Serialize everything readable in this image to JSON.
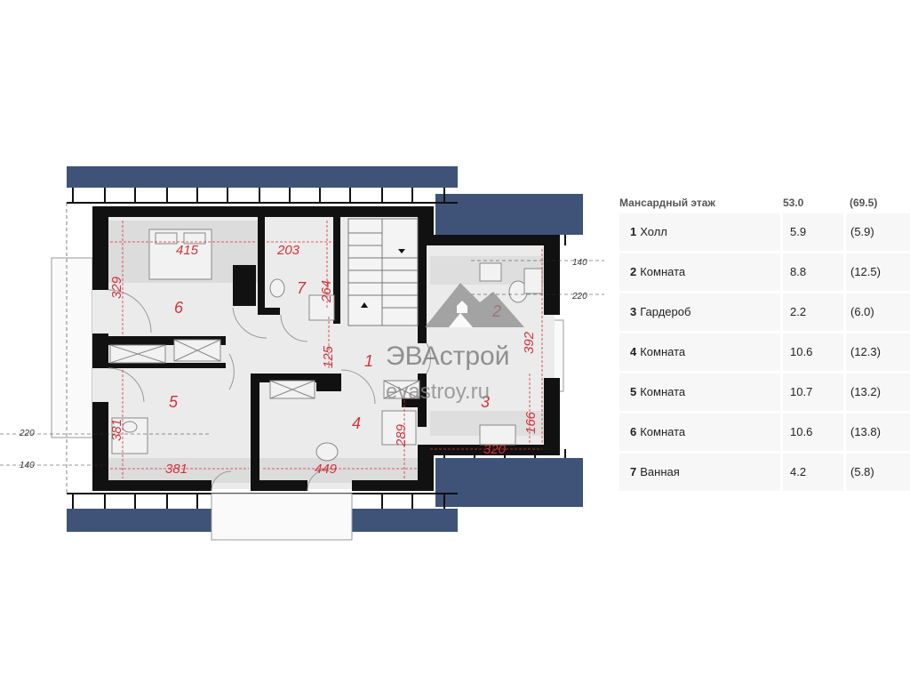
{
  "floor_plan": {
    "rooms": [
      {
        "id": "1",
        "label": "1"
      },
      {
        "id": "2",
        "label": "2"
      },
      {
        "id": "3",
        "label": "3"
      },
      {
        "id": "4",
        "label": "4"
      },
      {
        "id": "5",
        "label": "5"
      },
      {
        "id": "6",
        "label": "6"
      },
      {
        "id": "7",
        "label": "7"
      }
    ],
    "dimensions": {
      "d415": "415",
      "d203": "203",
      "d329": "329",
      "d264": "264",
      "d125": "125",
      "d392": "392",
      "d381_v": "381",
      "d381_h": "381",
      "d449": "449",
      "d289": "289",
      "d320": "320",
      "d166": "166"
    },
    "exterior_dimensions": {
      "e140_right": "140",
      "e220_right": "220",
      "e220_left": "220",
      "e140_left": "140"
    },
    "watermark": {
      "brand": "ЭВАстрой",
      "site": "evastroy.ru"
    }
  },
  "table": {
    "header": {
      "title": "Мансардный этаж",
      "area": "53.0",
      "total": "(69.5)"
    },
    "rows": [
      {
        "num": "1",
        "name": "Холл",
        "area": "5.9",
        "total": "(5.9)"
      },
      {
        "num": "2",
        "name": "Комната",
        "area": "8.8",
        "total": "(12.5)"
      },
      {
        "num": "3",
        "name": "Гардероб",
        "area": "2.2",
        "total": "(6.0)"
      },
      {
        "num": "4",
        "name": "Комната",
        "area": "10.6",
        "total": "(12.3)"
      },
      {
        "num": "5",
        "name": "Комната",
        "area": "10.7",
        "total": "(13.2)"
      },
      {
        "num": "6",
        "name": "Комната",
        "area": "10.6",
        "total": "(13.8)"
      },
      {
        "num": "7",
        "name": "Ванная",
        "area": "4.2",
        "total": "(5.8)"
      }
    ]
  },
  "colors": {
    "roof": "#3e5377",
    "wall": "#111111",
    "floor": "#ebebeb",
    "dimension": "#d0333b"
  }
}
